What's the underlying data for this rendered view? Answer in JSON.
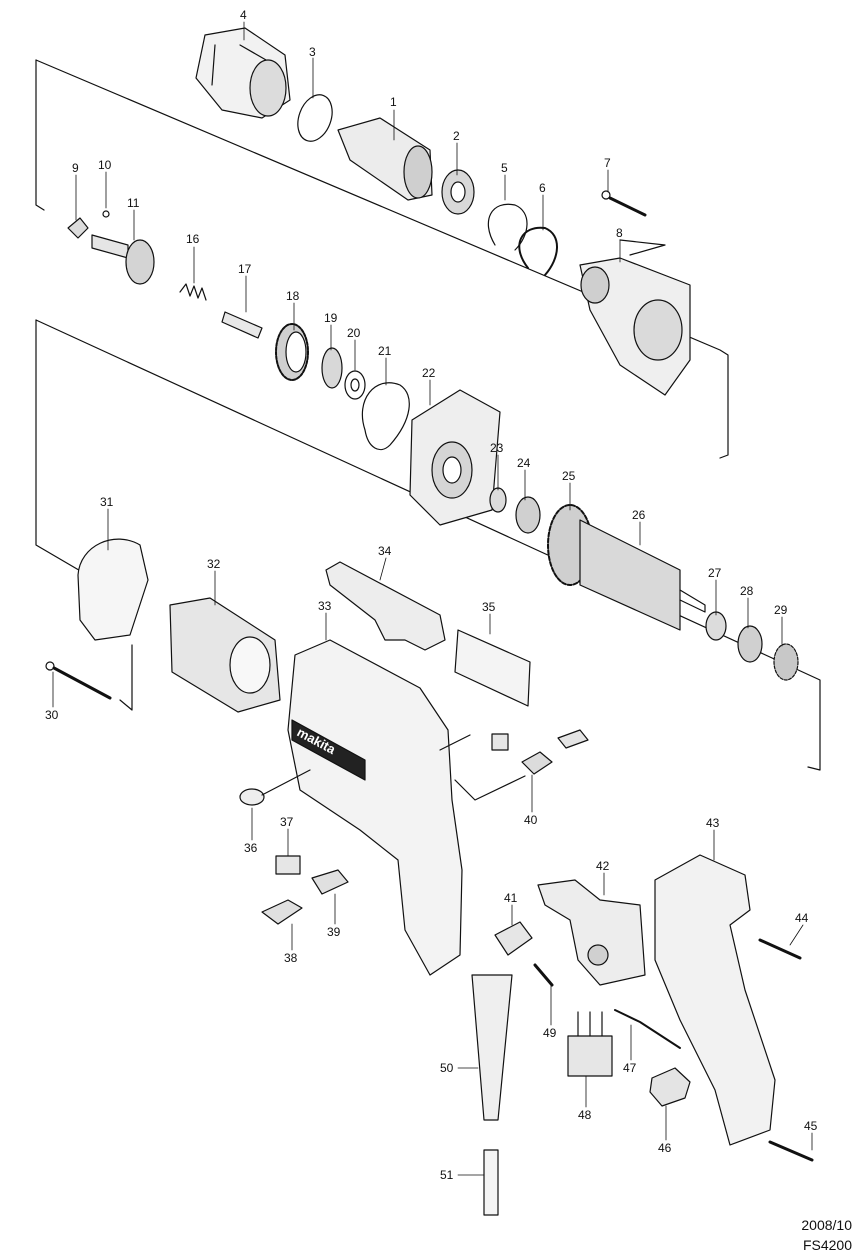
{
  "diagram": {
    "footer": {
      "date": "2008/10",
      "model": "FS4200"
    },
    "brand_logo_text": "makita",
    "parts": [
      "1",
      "2",
      "3",
      "4",
      "5",
      "6",
      "7",
      "8",
      "9",
      "10",
      "11",
      "16",
      "17",
      "18",
      "19",
      "20",
      "21",
      "22",
      "23",
      "24",
      "25",
      "26",
      "27",
      "28",
      "29",
      "30",
      "31",
      "32",
      "33",
      "34",
      "35",
      "36",
      "37",
      "38",
      "39",
      "40",
      "41",
      "42",
      "43",
      "44",
      "45",
      "46",
      "47",
      "48",
      "49",
      "50",
      "51"
    ]
  }
}
